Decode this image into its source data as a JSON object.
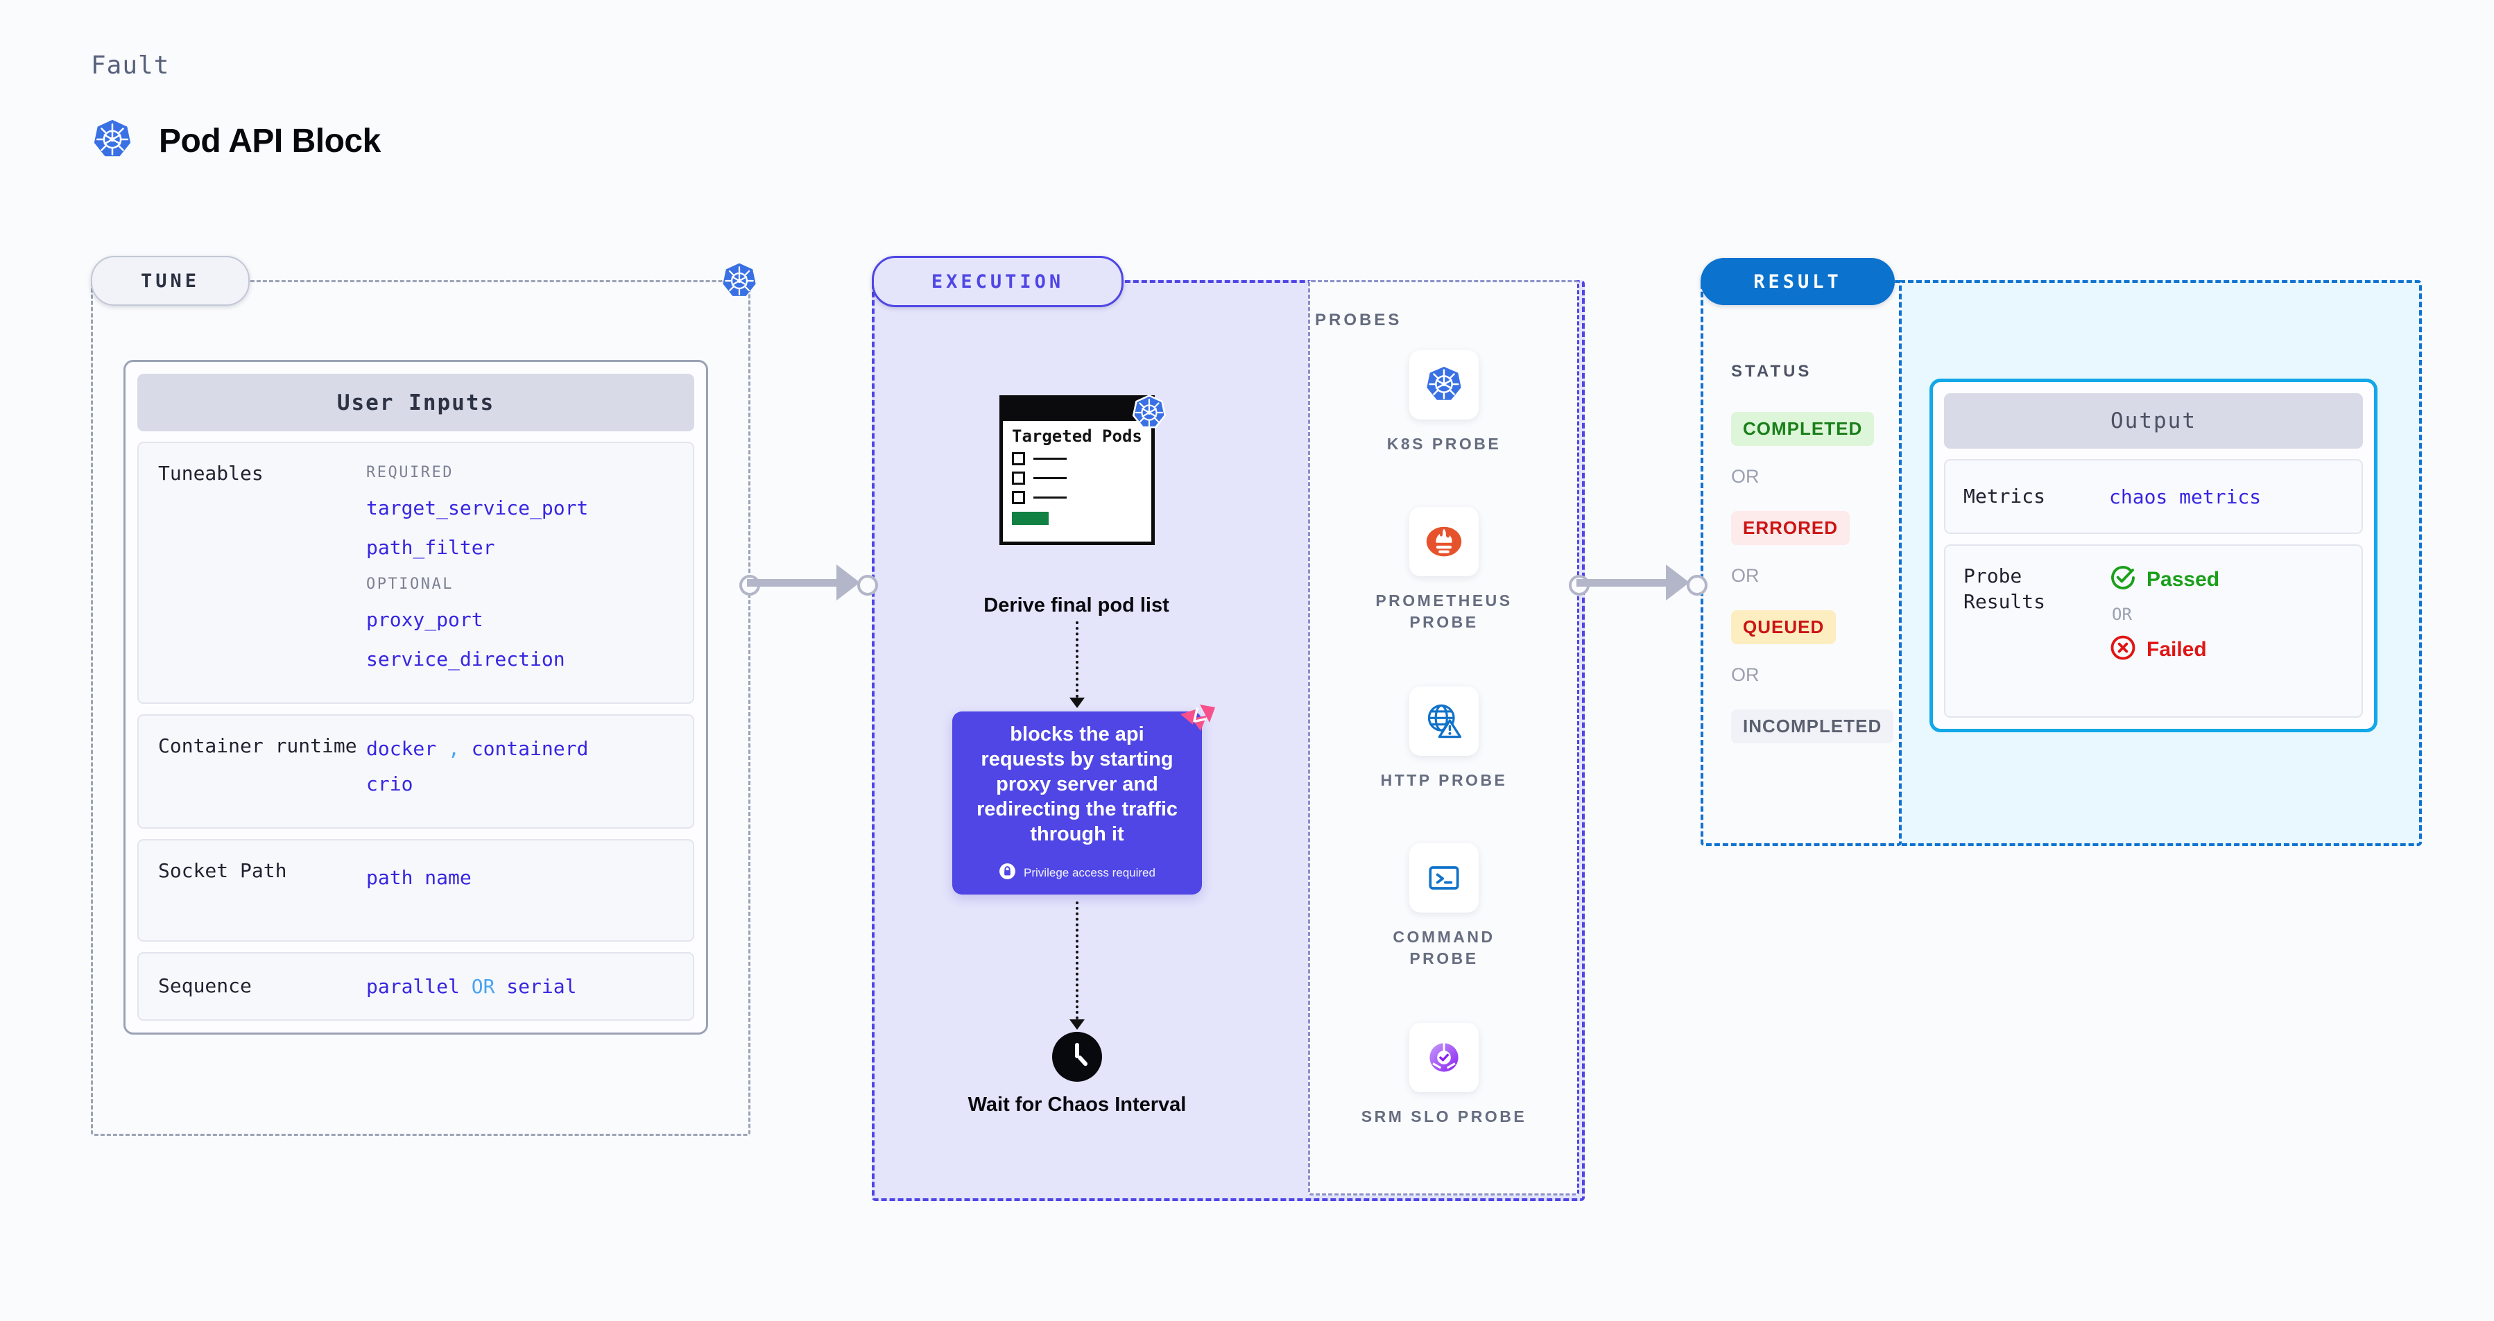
{
  "header": {
    "kicker": "Fault",
    "title": "Pod API Block",
    "icon": "kubernetes-icon"
  },
  "sections": {
    "tune": {
      "tag": "TUNE",
      "badge_icon": "kubernetes-icon"
    },
    "execution": {
      "tag": "EXECUTION"
    },
    "result": {
      "tag": "RESULT"
    }
  },
  "tune": {
    "card_title": "User Inputs",
    "rows": [
      {
        "label": "Tuneables",
        "groups": [
          {
            "caption": "REQUIRED",
            "values": [
              "target_service_port",
              "path_filter"
            ]
          },
          {
            "caption": "OPTIONAL",
            "values": [
              "proxy_port",
              "service_direction"
            ]
          }
        ]
      },
      {
        "label": "Container runtime",
        "values": [
          "docker",
          "containerd",
          "crio"
        ],
        "separator": ","
      },
      {
        "label": "Socket Path",
        "values": [
          "path name"
        ]
      },
      {
        "label": "Sequence",
        "values": [
          "parallel",
          "serial"
        ],
        "separator": "OR"
      }
    ]
  },
  "execution": {
    "pods_card": {
      "title": "Targeted Pods",
      "items": 3,
      "badge_icon": "kubernetes-icon"
    },
    "step_label": "Derive final pod list",
    "action_card": {
      "text": "blocks the api requests by starting proxy server and redirecting the traffic through it",
      "privilege_note": "Privilege access required",
      "privilege_icon": "lock-icon",
      "corner_icon": "litmus-chaos-icon",
      "color": "#4f46e5"
    },
    "wait": {
      "icon": "clock-icon",
      "label": "Wait for Chaos Interval"
    },
    "probes_title": "PROBES",
    "probes": [
      {
        "label": "K8S PROBE",
        "icon": "kubernetes-icon"
      },
      {
        "label": "PROMETHEUS PROBE",
        "icon": "prometheus-icon"
      },
      {
        "label": "HTTP PROBE",
        "icon": "globe-warning-icon"
      },
      {
        "label": "COMMAND PROBE",
        "icon": "terminal-icon"
      },
      {
        "label": "SRM SLO PROBE",
        "icon": "slo-gauge-icon"
      }
    ]
  },
  "result": {
    "status_title": "STATUS",
    "or_label": "OR",
    "statuses": [
      {
        "label": "COMPLETED",
        "color": "#1a7f1a",
        "bg": "#ddf5d8"
      },
      {
        "label": "ERRORED",
        "color": "#cc1414",
        "bg": "#fdeaea"
      },
      {
        "label": "QUEUED",
        "color": "#cc1414",
        "bg": "#fdeec1"
      },
      {
        "label": "INCOMPLETED",
        "color": "#5a6070",
        "bg": "#f1f2f7"
      }
    ],
    "output": {
      "title": "Output",
      "metrics_label": "Metrics",
      "metrics_value": "chaos metrics",
      "probe_results_label": "Probe Results",
      "passed_label": "Passed",
      "passed_color": "#1aa01a",
      "failed_label": "Failed",
      "failed_color": "#e01515",
      "or_label": "OR",
      "passed_icon": "check-circle-icon",
      "failed_icon": "x-circle-icon"
    }
  },
  "colors": {
    "page_bg": "#fafbfd",
    "tune_dash": "#9aa2b4",
    "execution_accent": "#4f46e5",
    "result_accent": "#1273d1",
    "output_accent": "#12a7e8",
    "code_text": "#3726e0"
  }
}
